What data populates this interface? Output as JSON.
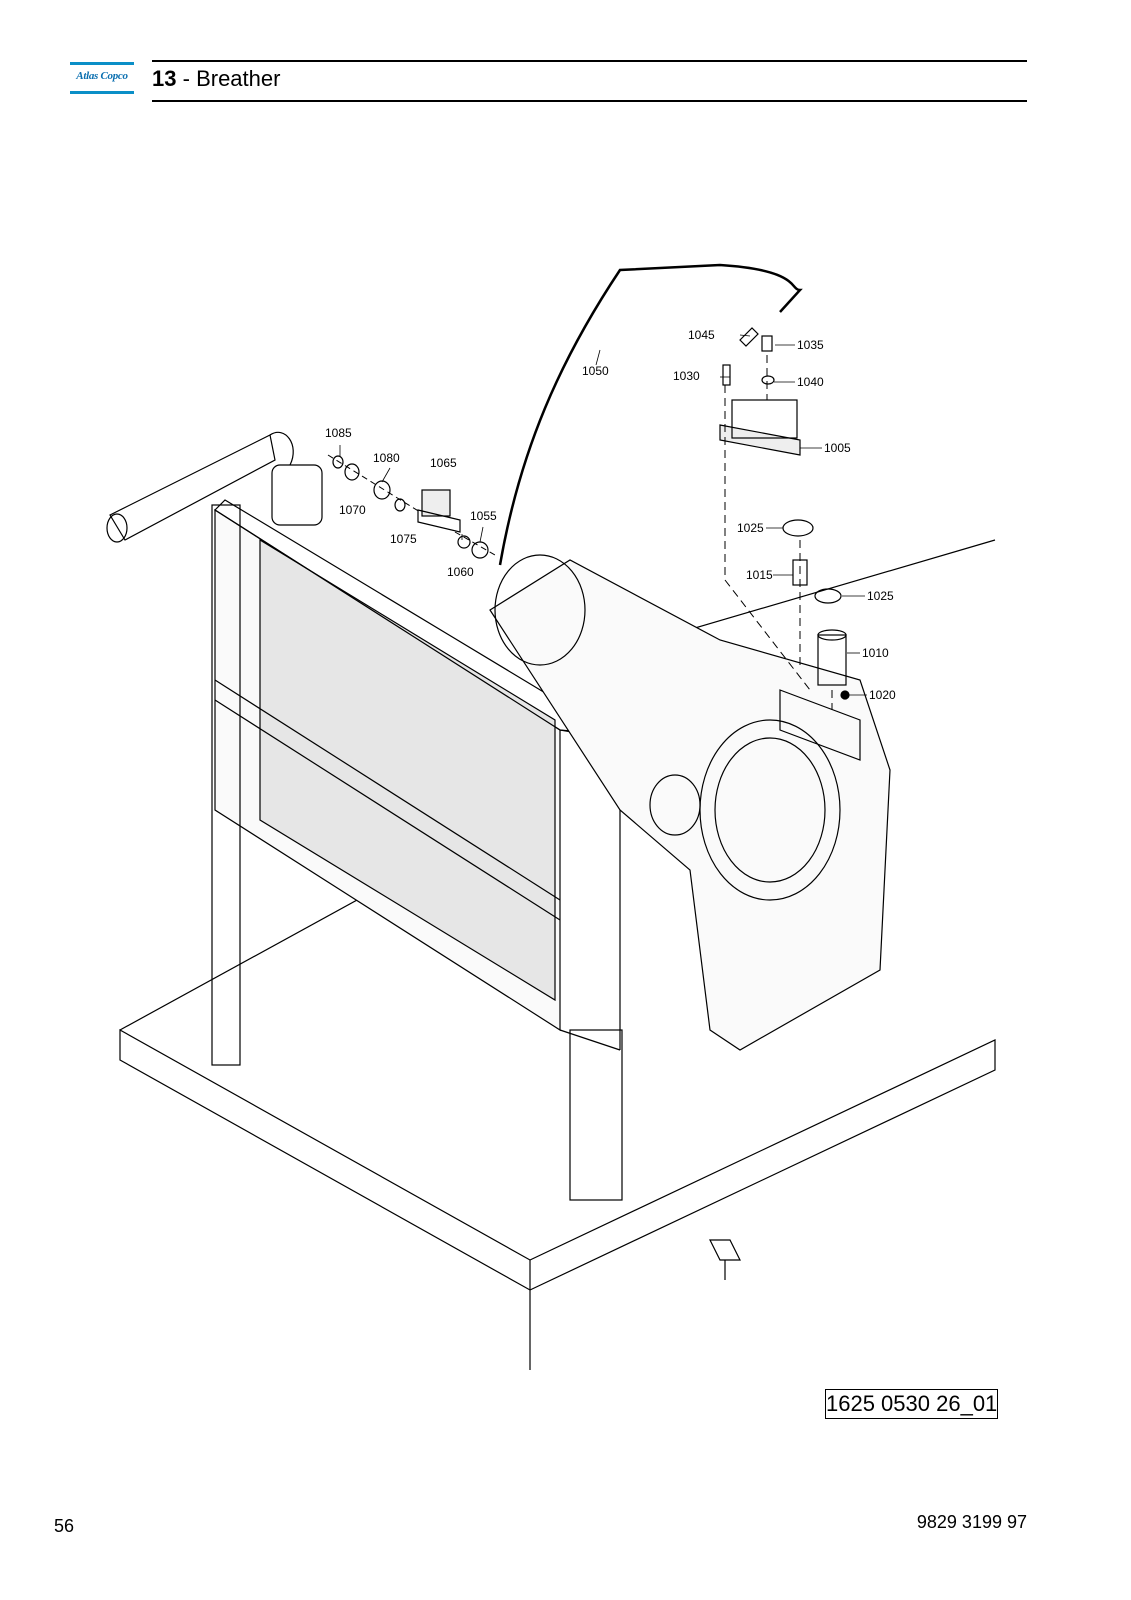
{
  "header": {
    "logo_text": "Atlas Copco",
    "section_number": "13",
    "section_separator": "-",
    "section_title": "Breather"
  },
  "colors": {
    "logo": "#0a8fc7",
    "line": "#000000"
  },
  "callouts": [
    {
      "id": "c1085",
      "text": "1085"
    },
    {
      "id": "c1080",
      "text": "1080"
    },
    {
      "id": "c1065",
      "text": "1065"
    },
    {
      "id": "c1070",
      "text": "1070"
    },
    {
      "id": "c1075",
      "text": "1075"
    },
    {
      "id": "c1055",
      "text": "1055"
    },
    {
      "id": "c1060",
      "text": "1060"
    },
    {
      "id": "c1050",
      "text": "1050"
    },
    {
      "id": "c1045",
      "text": "1045"
    },
    {
      "id": "c1035",
      "text": "1035"
    },
    {
      "id": "c1030",
      "text": "1030"
    },
    {
      "id": "c1040",
      "text": "1040"
    },
    {
      "id": "c1005",
      "text": "1005"
    },
    {
      "id": "c1025a",
      "text": "1025"
    },
    {
      "id": "c1015",
      "text": "1015"
    },
    {
      "id": "c1025b",
      "text": "1025"
    },
    {
      "id": "c1010",
      "text": "1010"
    },
    {
      "id": "c1020",
      "text": "1020"
    }
  ],
  "drawing_reference": "1625 0530 26_01",
  "footer": {
    "page_number": "56",
    "document_number": "9829 3199 97"
  }
}
